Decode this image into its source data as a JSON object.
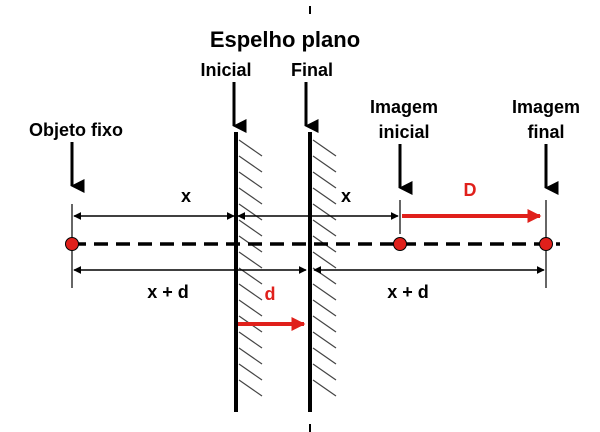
{
  "title": "Espelho plano",
  "labels": {
    "inicial": "Inicial",
    "final": "Final",
    "objeto": "Objeto fixo",
    "imagem_inicial_1": "Imagem",
    "imagem_inicial_2": "inicial",
    "imagem_final_1": "Imagem",
    "imagem_final_2": "final",
    "x_left": "x",
    "x_right": "x",
    "D": "D",
    "xd_left": "x + d",
    "xd_right": "x + d",
    "d": "d"
  },
  "colors": {
    "ink": "#000000",
    "accent_red": "#e0201b",
    "hatch": "#444444"
  },
  "icons": {
    "point": "red-dot-icon",
    "arrow": "arrow-down-icon"
  }
}
